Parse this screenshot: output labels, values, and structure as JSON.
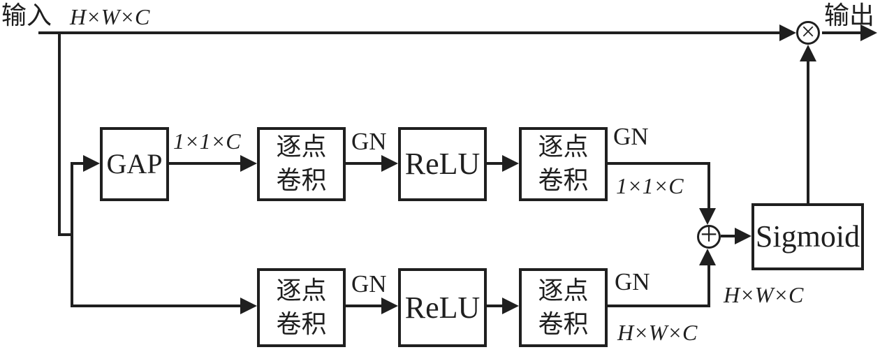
{
  "input": {
    "label": "输入",
    "dim": "H×W×C"
  },
  "output": {
    "label": "输出"
  },
  "operators": {
    "multiply": "×",
    "add": "+"
  },
  "gap": {
    "label": "GAP",
    "out_dim": "1×1×C"
  },
  "top_branch": {
    "conv1": "逐点卷积",
    "gn1": "GN",
    "relu": "ReLU",
    "conv2": "逐点卷积",
    "gn2": "GN",
    "out_dim": "1×1×C"
  },
  "bottom_branch": {
    "conv1": "逐点卷积",
    "gn1": "GN",
    "relu": "ReLU",
    "conv2": "逐点卷积",
    "gn2": "GN",
    "out_dim": "H×W×C"
  },
  "sigmoid": {
    "label": "Sigmoid",
    "in_dim": "H×W×C"
  }
}
